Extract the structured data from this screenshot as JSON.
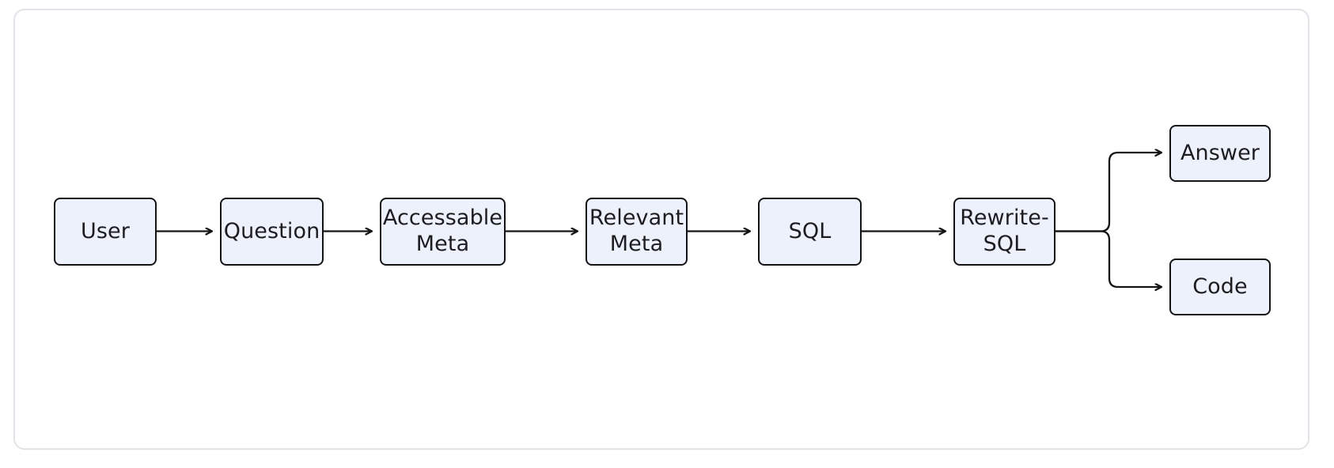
{
  "diagram": {
    "type": "flowchart",
    "orientation": "left-to-right",
    "background_color": "#ffffff",
    "frame_border_color": "#e3e2e8",
    "node_fill_color": "#edf1fb",
    "node_border_color": "#141417",
    "edge_color": "#141417",
    "nodes": [
      {
        "id": "user",
        "label": "User"
      },
      {
        "id": "question",
        "label": "Question"
      },
      {
        "id": "accessable",
        "label": "Accessable\nMeta"
      },
      {
        "id": "relevant",
        "label": "Relevant\nMeta"
      },
      {
        "id": "sql",
        "label": "SQL"
      },
      {
        "id": "rewrite",
        "label": "Rewrite-\nSQL"
      },
      {
        "id": "answer",
        "label": "Answer"
      },
      {
        "id": "code",
        "label": "Code"
      }
    ],
    "edges": [
      {
        "from": "user",
        "to": "question",
        "style": "straight-arrow"
      },
      {
        "from": "question",
        "to": "accessable",
        "style": "straight-arrow"
      },
      {
        "from": "accessable",
        "to": "relevant",
        "style": "straight-arrow"
      },
      {
        "from": "relevant",
        "to": "sql",
        "style": "straight-arrow"
      },
      {
        "from": "sql",
        "to": "rewrite",
        "style": "straight-arrow"
      },
      {
        "from": "rewrite",
        "to": "answer",
        "style": "branch-up-arrow"
      },
      {
        "from": "rewrite",
        "to": "code",
        "style": "branch-down-arrow"
      }
    ]
  }
}
